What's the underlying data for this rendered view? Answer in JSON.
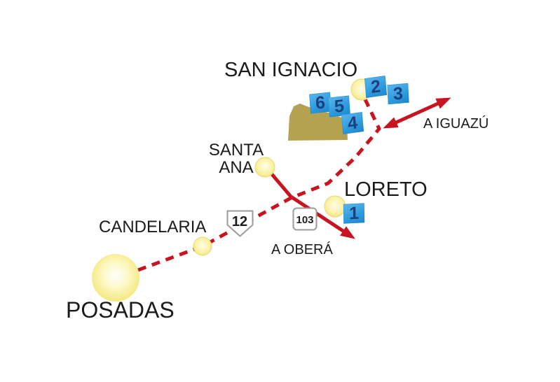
{
  "map": {
    "towns": [
      {
        "id": "posadas",
        "label": "POSADAS"
      },
      {
        "id": "candelaria",
        "label": "CANDELARIA"
      },
      {
        "id": "santa-ana",
        "label": "SANTA ANA"
      },
      {
        "id": "loreto",
        "label": "LORETO"
      },
      {
        "id": "san-ignacio",
        "label": "SAN IGNACIO"
      }
    ],
    "directions": [
      {
        "id": "iguazu",
        "label": "A IGUAZÚ"
      },
      {
        "id": "obera",
        "label": "A OBERÁ"
      }
    ],
    "route_shields": [
      {
        "number": "12",
        "shape": "national-route-pentagon-shield"
      },
      {
        "number": "103",
        "shape": "provincial-route-square-shield"
      }
    ],
    "markers": [
      {
        "number": "1"
      },
      {
        "number": "2"
      },
      {
        "number": "3"
      },
      {
        "number": "4"
      },
      {
        "number": "5"
      },
      {
        "number": "6"
      }
    ],
    "colors": {
      "road_red": "#c81420",
      "town_yellow_center": "#fffdea",
      "town_yellow_edge": "#f2e47a",
      "ruins_tan": "#b5a250",
      "marker_blue": "#2e9bde",
      "marker_number_navy": "#1c3f7d",
      "label_black": "#1b1b1b",
      "shield_border_gray": "#9b9b9b",
      "background": "#ffffff"
    }
  }
}
